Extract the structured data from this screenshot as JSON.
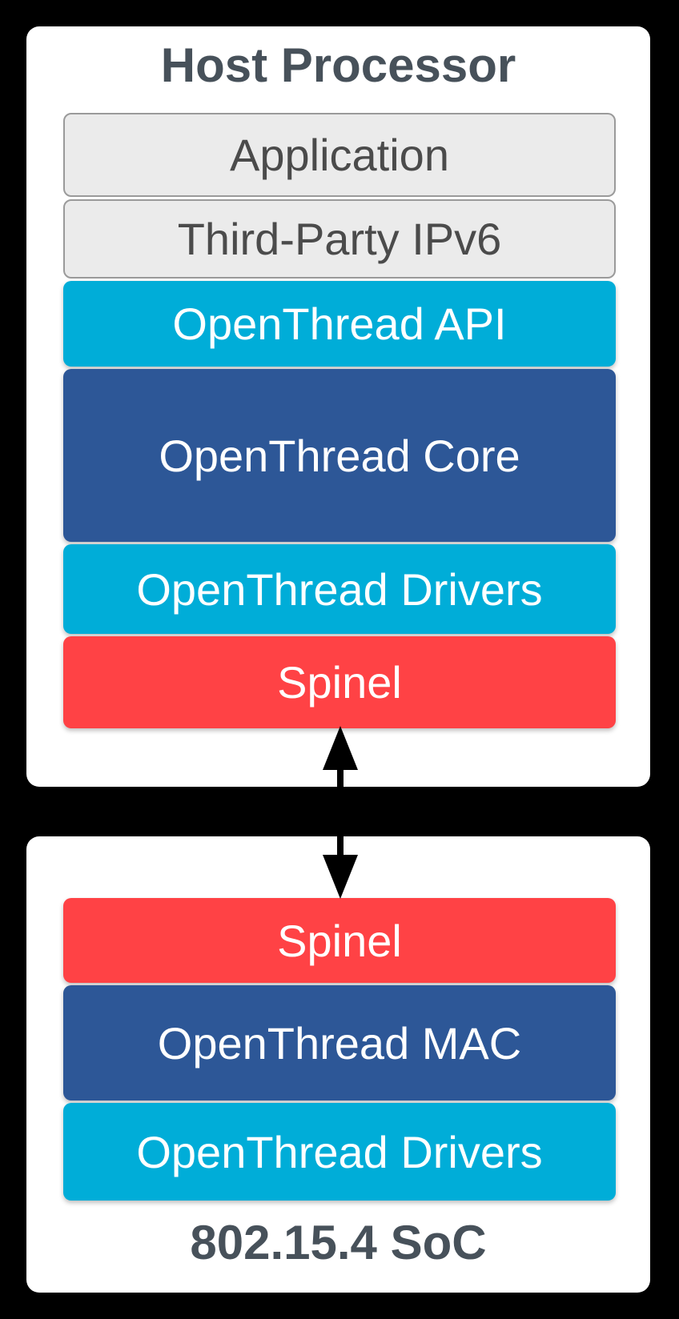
{
  "diagram": {
    "description": "OpenThread Radio Co-Processor architecture diagram",
    "background_color": "#000000",
    "colors": {
      "panel": "#FFFFFF",
      "cyan": "#00ADD8",
      "blue": "#2D5797",
      "red": "#FF4245",
      "gray_fill": "#EBEBEB",
      "gray_border": "#9A9A9A",
      "title_text": "#47515A",
      "gray_label_text": "#4B4B4B",
      "arrow": "#000000"
    },
    "host_processor": {
      "title": "Host Processor",
      "layers": [
        {
          "label": "Application",
          "type": "gray"
        },
        {
          "label": "Third-Party IPv6",
          "type": "gray"
        },
        {
          "label": "OpenThread API",
          "type": "cyan"
        },
        {
          "label": "OpenThread Core",
          "type": "blue"
        },
        {
          "label": "OpenThread Drivers",
          "type": "cyan"
        },
        {
          "label": "Spinel",
          "type": "red"
        }
      ]
    },
    "soc": {
      "title": "802.15.4 SoC",
      "layers": [
        {
          "label": "Spinel",
          "type": "red"
        },
        {
          "label": "OpenThread MAC",
          "type": "blue"
        },
        {
          "label": "OpenThread Drivers",
          "type": "cyan"
        }
      ]
    },
    "connector": {
      "name": "spinel-link",
      "direction": "bidirectional"
    }
  }
}
